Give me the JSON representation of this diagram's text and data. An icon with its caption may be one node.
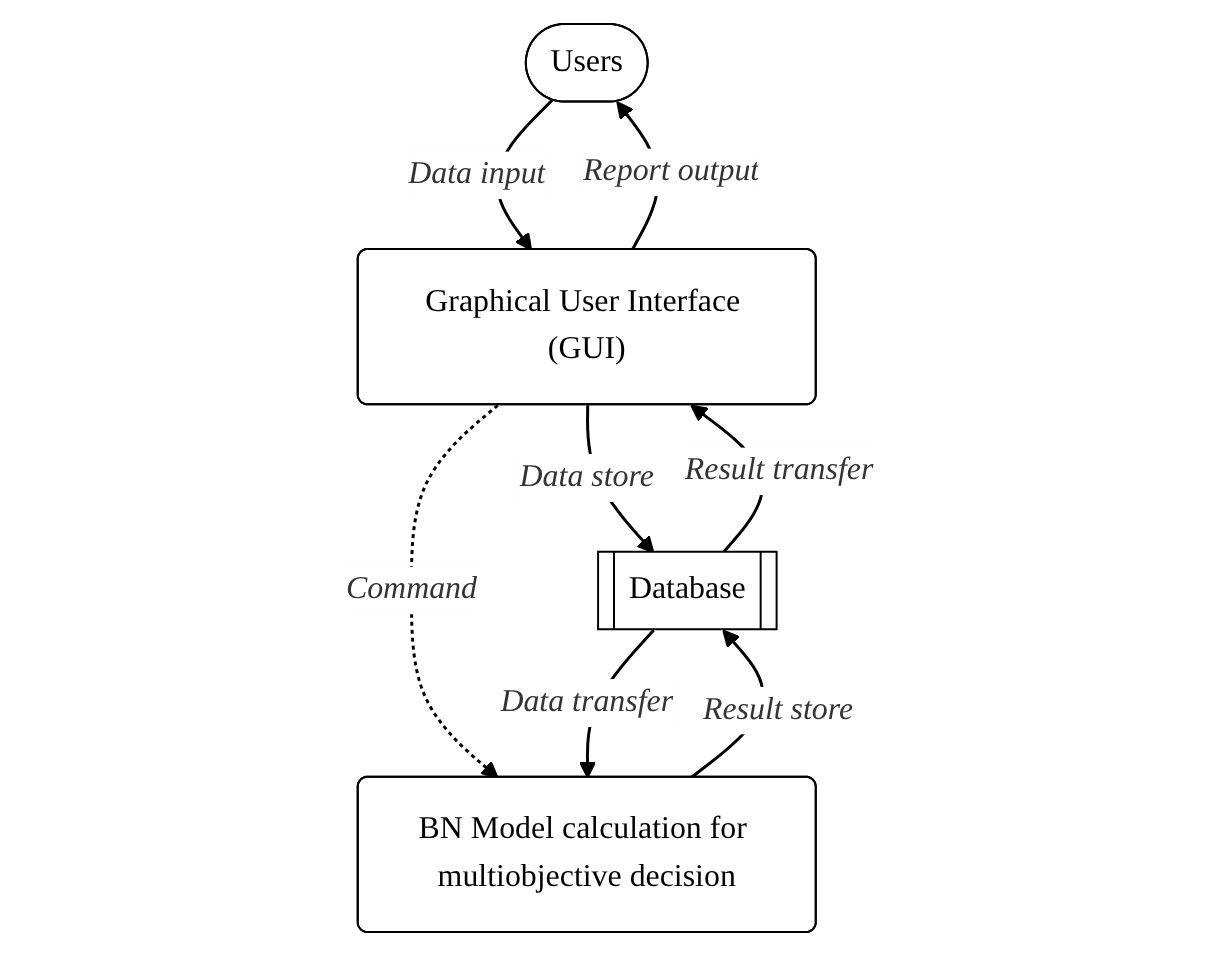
{
  "diagram": {
    "nodes": [
      {
        "text": [
          "Users"
        ]
      },
      {
        "text": [
          "Graphical User Interface (GUI)"
        ]
      },
      {
        "text": [
          "Database"
        ]
      },
      {
        "text": [
          "BN Model calculation for multiobjective decision"
        ]
      }
    ],
    "edges": [
      {
        "from": 0,
        "to": 1,
        "arrow": "to",
        "label": "Data input"
      },
      {
        "from": 1,
        "to": 0,
        "arrow": "to",
        "label": "Report output"
      },
      {
        "from": 1,
        "to": 2,
        "arrow": "to",
        "label": "Data store"
      },
      {
        "from": 2,
        "to": 1,
        "arrow": "to",
        "label": "Result transfer"
      },
      {
        "from": 1,
        "to": 3,
        "arrow": "to",
        "label": "Command",
        "style": "dashed"
      },
      {
        "from": 2,
        "to": 3,
        "arrow": "to",
        "label": "Data transfer"
      },
      {
        "from": 3,
        "to": 2,
        "arrow": "to",
        "label": "Result store"
      }
    ]
  }
}
